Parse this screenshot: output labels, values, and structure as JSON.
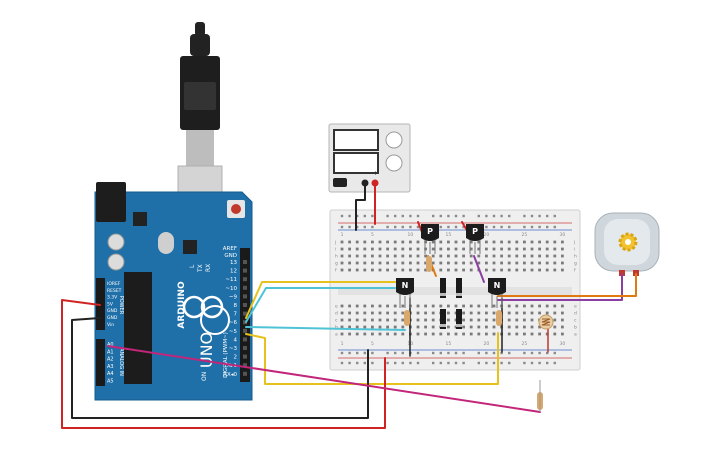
{
  "arduino": {
    "brand": "ARDUINO",
    "model": "UNO",
    "aref": "AREF",
    "gnd_top": "GND",
    "digital_pins": [
      "13",
      "12",
      "~11",
      "~10",
      "~9",
      "8",
      "7",
      "~6",
      "~5",
      "4",
      "~3",
      "2",
      "TX▸1",
      "RX◂0"
    ],
    "digital_label": "DIGITAL (PWM~)",
    "power_pins": [
      "IOREF",
      "RESET",
      "3.3V",
      "5V",
      "GND",
      "GND",
      "Vin"
    ],
    "power_label": "POWER",
    "analog_pins": [
      "A0",
      "A1",
      "A2",
      "A3",
      "A4",
      "A5"
    ],
    "analog_label": "ANALOG IN",
    "leds": [
      "L",
      "TX",
      "RX"
    ],
    "on_label": "ON"
  },
  "power_supply": {
    "terminal_neg": "−",
    "terminal_pos": "+"
  },
  "breadboard": {
    "rows": [
      "a",
      "b",
      "c",
      "d",
      "e",
      "f",
      "g",
      "h",
      "i",
      "j"
    ],
    "col_labels": [
      "1",
      "5",
      "10",
      "15",
      "20",
      "25",
      "30"
    ]
  },
  "transistors": [
    {
      "label": "P"
    },
    {
      "label": "P"
    },
    {
      "label": "N"
    },
    {
      "label": "N"
    }
  ],
  "colors": {
    "board_blue": "#1f6fa8",
    "wire_yellow": "#e8c21c",
    "wire_cyan": "#4fc3d6",
    "wire_purple": "#8b3fa0",
    "wire_magenta": "#c2267a",
    "wire_red": "#d02424",
    "wire_black": "#222222",
    "wire_orange": "#e07a10"
  }
}
